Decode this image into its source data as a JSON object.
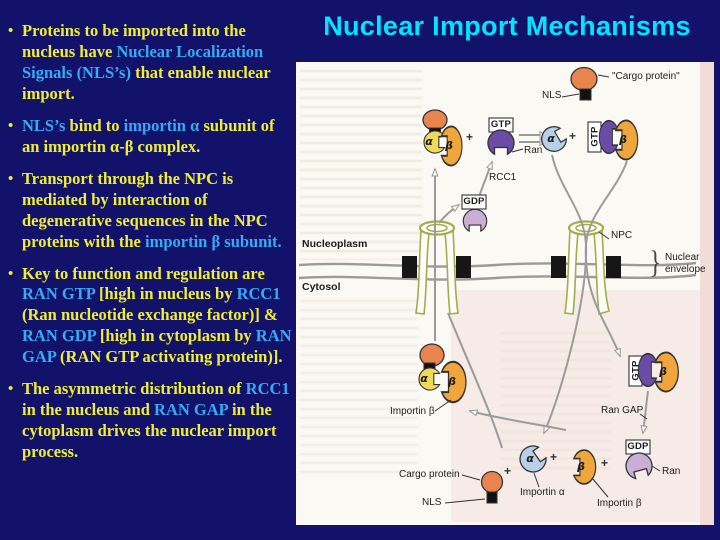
{
  "theme": {
    "background": "#12126b",
    "title_color": "#00e5ff",
    "yellow_text": "#efee34",
    "cyan_text": "#38aaf2",
    "paper": "#fbf9f4"
  },
  "slide": {
    "title": "Nuclear Import Mechanisms"
  },
  "bullets": [
    {
      "segments": [
        {
          "t": "Proteins to be imported into the nucleus have ",
          "c": "y"
        },
        {
          "t": "Nuclear Localization Signals (NLS’s)",
          "c": "c"
        },
        {
          "t": " that enable nuclear import.",
          "c": "y"
        }
      ]
    },
    {
      "segments": [
        {
          "t": "NLS’s",
          "c": "c"
        },
        {
          "t": " bind to ",
          "c": "y"
        },
        {
          "t": "importin α",
          "c": "c"
        },
        {
          "t": " subunit of an importin α-β complex.",
          "c": "y"
        }
      ]
    },
    {
      "segments": [
        {
          "t": "Transport through the NPC is mediated by interaction of degenerative sequences in the NPC proteins with the ",
          "c": "y"
        },
        {
          "t": "importin β subunit.",
          "c": "c"
        }
      ]
    },
    {
      "segments": [
        {
          "t": "Key to function and regulation are ",
          "c": "y"
        },
        {
          "t": "RAN GTP",
          "c": "c"
        },
        {
          "t": " [high in nucleus by ",
          "c": "y"
        },
        {
          "t": "RCC1",
          "c": "c"
        },
        {
          "t": " (Ran nucleotide exchange factor)] & ",
          "c": "y"
        },
        {
          "t": "RAN GDP",
          "c": "c"
        },
        {
          "t": " [high in cytoplasm by ",
          "c": "y"
        },
        {
          "t": "RAN GAP",
          "c": "c"
        },
        {
          "t": " (RAN GTP activating protein)].",
          "c": "y"
        }
      ]
    },
    {
      "segments": [
        {
          "t": "The asymmetric distribution of ",
          "c": "y"
        },
        {
          "t": "RCC1",
          "c": "c"
        },
        {
          "t": " in the nucleus and ",
          "c": "y"
        },
        {
          "t": "RAN GAP",
          "c": "c"
        },
        {
          "t": " in the cytoplasm drives the nuclear import process.",
          "c": "y"
        }
      ]
    }
  ],
  "diagram": {
    "labels": {
      "cargo_top": "\"Cargo protein\"",
      "nls": "NLS",
      "gtp": "GTP",
      "gdp": "GDP",
      "ran": "Ran",
      "rcc1": "RCC1",
      "nucleoplasm": "Nucleoplasm",
      "cytosol": "Cytosol",
      "npc": "NPC",
      "nuc_env1": "Nuclear",
      "nuc_env2": "envelope",
      "brace": "}",
      "importin_beta": "Importin β",
      "importin_alpha": "Importin α",
      "ran_gap": "Ran GAP",
      "cargo_bottom": "Cargo protein",
      "alpha": "α",
      "beta": "β",
      "plus": "+"
    }
  }
}
